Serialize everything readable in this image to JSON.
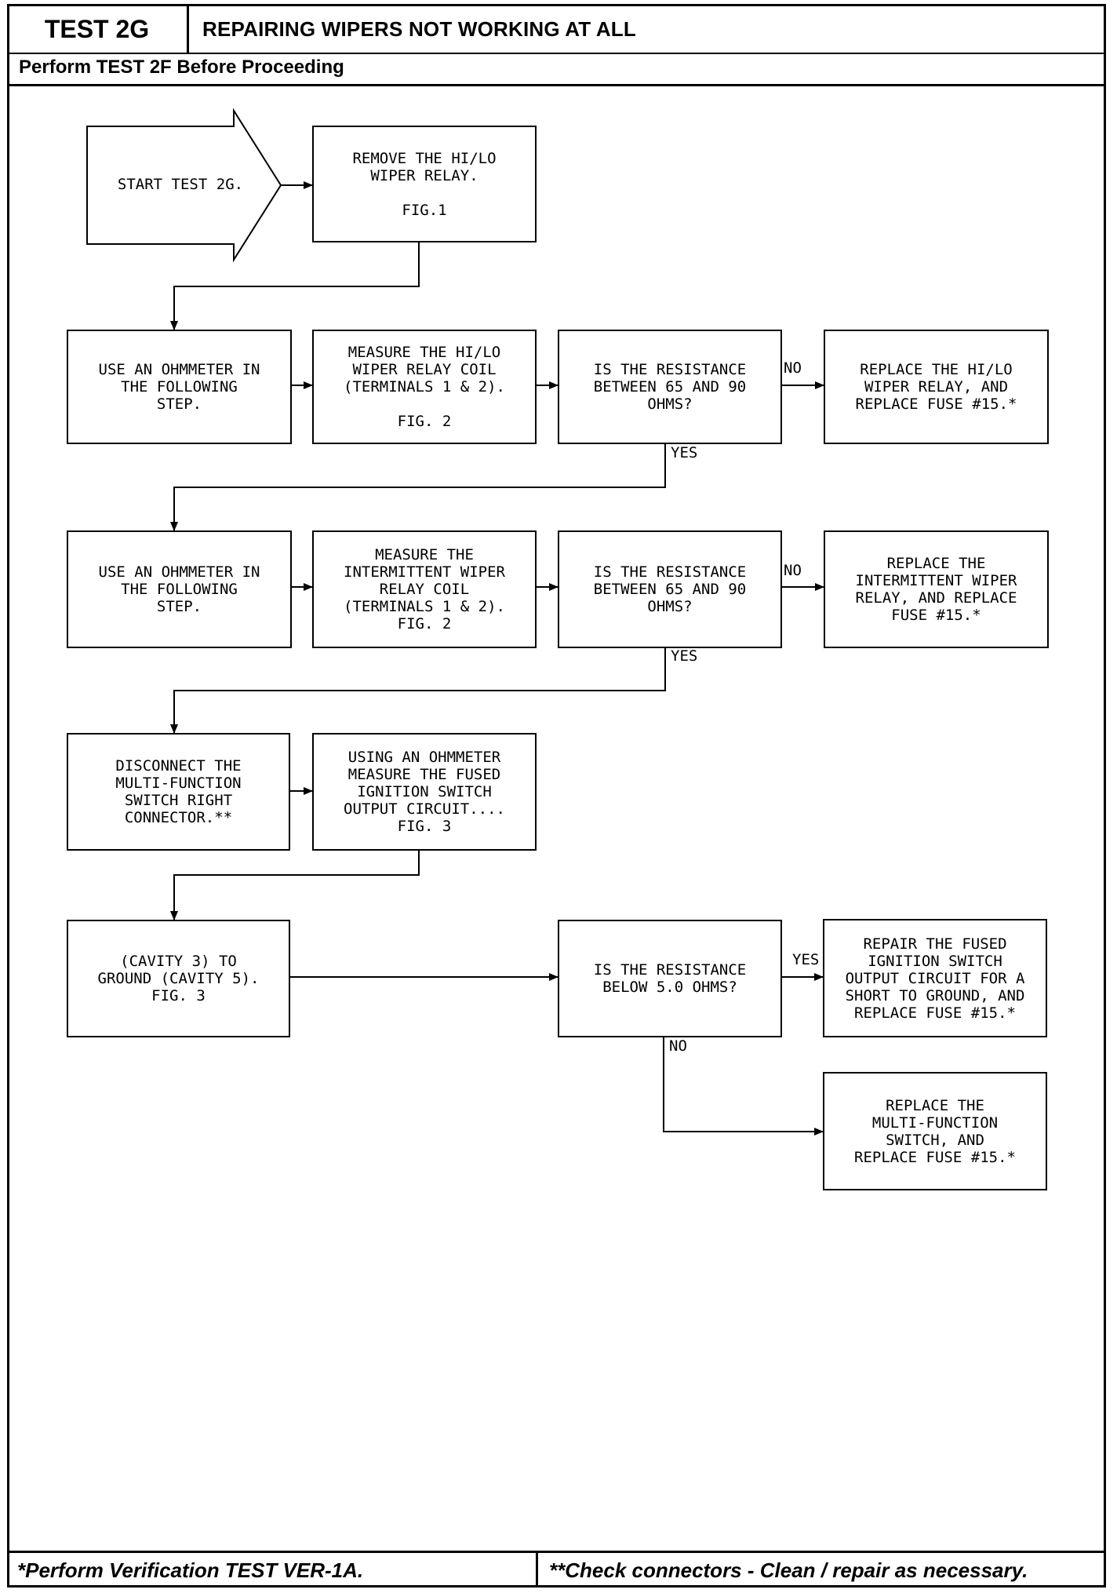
{
  "header": {
    "test_id": "TEST 2G",
    "title": "REPAIRING WIPERS NOT WORKING AT ALL",
    "prerequisite": "Perform TEST 2F Before Proceeding"
  },
  "steps": {
    "start": "START TEST 2G.",
    "remove_relay": "REMOVE THE HI/LO\nWIPER RELAY.\n\nFIG.1",
    "use_ohmmeter_1": "USE AN OHMMETER IN\nTHE FOLLOWING\nSTEP.",
    "measure_hilo_coil": "MEASURE THE HI/LO\nWIPER RELAY COIL\n(TERMINALS 1 & 2).\n\nFIG. 2",
    "check_resistance_1": "IS THE RESISTANCE\nBETWEEN 65 AND 90\nOHMS?",
    "replace_hilo_relay": "REPLACE THE HI/LO\nWIPER RELAY, AND\nREPLACE FUSE #15.*",
    "use_ohmmeter_2": "USE AN OHMMETER IN\nTHE FOLLOWING\nSTEP.",
    "measure_intermittent_coil": "MEASURE THE\nINTERMITTENT WIPER\nRELAY COIL\n(TERMINALS 1 & 2).\nFIG. 2",
    "check_resistance_2": "IS THE RESISTANCE\nBETWEEN 65 AND 90\nOHMS?",
    "replace_intermittent_relay": "REPLACE THE\nINTERMITTENT WIPER\nRELAY, AND REPLACE\nFUSE #15.*",
    "disconnect_connector": "DISCONNECT THE\nMULTI-FUNCTION\nSWITCH RIGHT\nCONNECTOR.**",
    "measure_fused_circuit": "USING AN OHMMETER\nMEASURE THE FUSED\nIGNITION SWITCH\nOUTPUT CIRCUIT....\nFIG. 3",
    "cavity_to_ground": "(CAVITY 3) TO\nGROUND (CAVITY 5).\nFIG. 3",
    "check_resistance_3": "IS THE RESISTANCE\nBELOW 5.0 OHMS?",
    "repair_fused_circuit": "REPAIR THE FUSED\nIGNITION SWITCH\nOUTPUT CIRCUIT FOR A\nSHORT TO GROUND, AND\nREPLACE FUSE #15.*",
    "replace_mfs": "REPLACE THE\nMULTI-FUNCTION\nSWITCH, AND\nREPLACE FUSE #15.*"
  },
  "branch_labels": {
    "no_1": "NO",
    "yes_1": "YES",
    "no_2": "NO",
    "yes_2": "YES",
    "yes_3": "YES",
    "no_3": "NO"
  },
  "footer": {
    "left": "*Perform Verification TEST VER-1A.",
    "right": "**Check connectors - Clean / repair as necessary."
  }
}
